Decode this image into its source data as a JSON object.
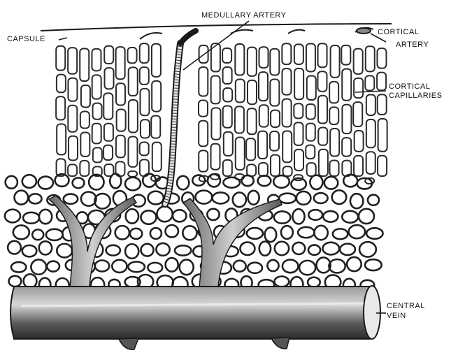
{
  "diagram": {
    "labels": {
      "medullary_artery": "MEDULLARY ARTERY",
      "capsule": "CAPSULE",
      "cortical_artery_line1": "CORTICAL",
      "cortical_artery_line2": "ARTERY",
      "cortical_capillaries_line1": "CORTICAL",
      "cortical_capillaries_line2": "CAPILLARIES",
      "central_vein_line1": "CENTRAL",
      "central_vein_line2": "VEIN"
    },
    "colors": {
      "ink": "#1a1a1a",
      "vessel_fill": "#c8c8c8",
      "vein_dark": "#3a3a3a",
      "paper": "#ffffff"
    }
  }
}
